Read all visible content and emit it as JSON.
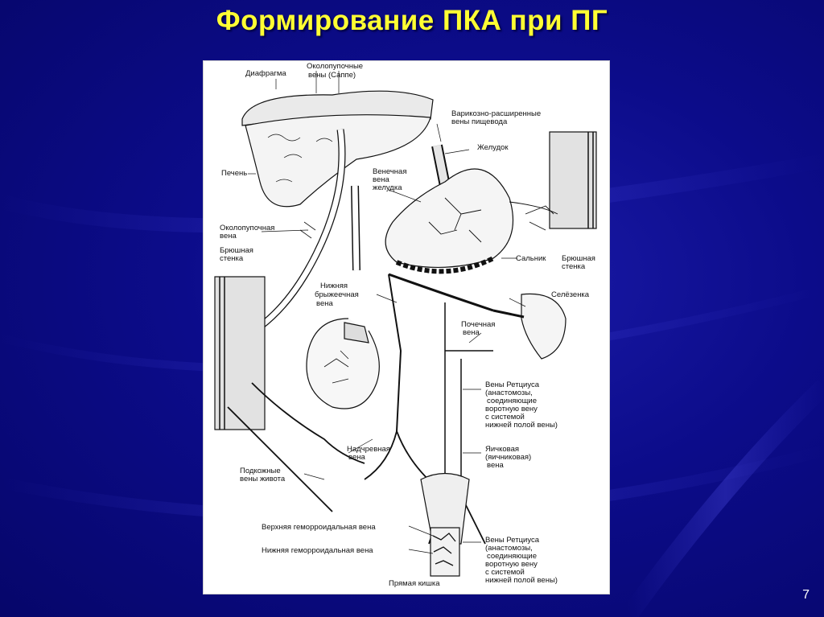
{
  "slide": {
    "title": "Формирование ПКА при ПГ",
    "page_number": "7"
  },
  "diagram": {
    "labels": {
      "diaphragm": "Диафрагма",
      "sappey_veins_1": "Околопупочные",
      "sappey_veins_2": "вены (Саппе)",
      "varices_1": "Варикозно-расширенные",
      "varices_2": "вены пищевода",
      "stomach": "Желудок",
      "liver": "Печень",
      "gastric_vein_1": "Венечная",
      "gastric_vein_2": "вена",
      "gastric_vein_3": "желудка",
      "paraumbilical_1": "Околопупочная",
      "paraumbilical_2": "вена",
      "abd_wall_left_1": "Брюшная",
      "abd_wall_left_2": "стенка",
      "omentum": "Сальник",
      "abd_wall_right_1": "Брюшная",
      "abd_wall_right_2": "стенка",
      "inf_mesenteric_1": "Нижняя",
      "inf_mesenteric_2": "брыжеечная",
      "inf_mesenteric_3": "вена",
      "spleen": "Селёзенка",
      "renal_1": "Почечная",
      "renal_2": "вена",
      "retzius_top_1": "Вены Ретциуса",
      "retzius_top_2": "(анастомозы,",
      "retzius_top_3": "соединяющие",
      "retzius_top_4": "воротную вену",
      "retzius_top_5": "с  системой",
      "retzius_top_6": "нижней полой вены)",
      "epigastric_1": "Надчревная",
      "epigastric_2": "вена",
      "testicular_1": "Яичковая",
      "testicular_2": "(яичниковая)",
      "testicular_3": "вена",
      "subcutaneous_1": "Подкожные",
      "subcutaneous_2": "вены живота",
      "sup_hemorrhoidal": "Верхняя геморроидальная вена",
      "inf_hemorrhoidal": "Нижняя геморроидальная вена",
      "rectum": "Прямая кишка",
      "retzius_bot_1": "Вены Ретциуса",
      "retzius_bot_2": "(анастомозы,",
      "retzius_bot_3": "соединяющие",
      "retzius_bot_4": "воротную вену",
      "retzius_bot_5": "с  системой",
      "retzius_bot_6": "нижней полой вены)"
    }
  }
}
